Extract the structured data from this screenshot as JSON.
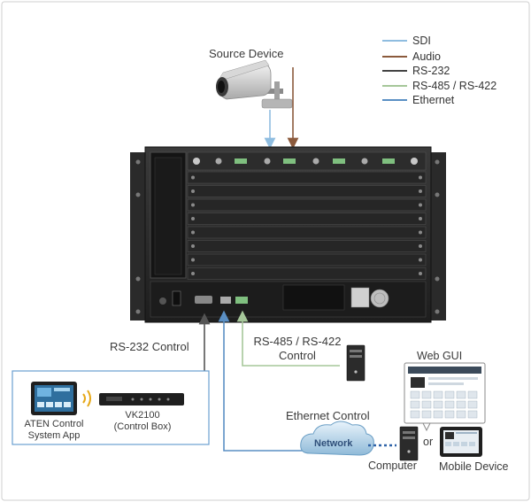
{
  "source_device": {
    "label": "Source Device"
  },
  "legend": [
    {
      "label": "SDI",
      "color": "#8fbde0"
    },
    {
      "label": "Audio",
      "color": "#8b5a3c"
    },
    {
      "label": "RS-232",
      "color": "#444444"
    },
    {
      "label": "RS-485 / RS-422",
      "color": "#a6c79a"
    },
    {
      "label": "Ethernet",
      "color": "#5a8fc4"
    }
  ],
  "connections": {
    "rs232": "RS-232 Control",
    "rs485_line1": "RS-485 / RS-422",
    "rs485_line2": "Control",
    "ethernet": "Ethernet Control"
  },
  "control_box": {
    "app_line1": "ATEN Control",
    "app_line2": "System App",
    "vk_line1": "VK2100",
    "vk_line2": "(Control Box)"
  },
  "network": {
    "label": "Network"
  },
  "web_gui": {
    "label": "Web GUI"
  },
  "computer": {
    "label": "Computer"
  },
  "or_label": "or",
  "mobile": {
    "label": "Mobile Device"
  }
}
